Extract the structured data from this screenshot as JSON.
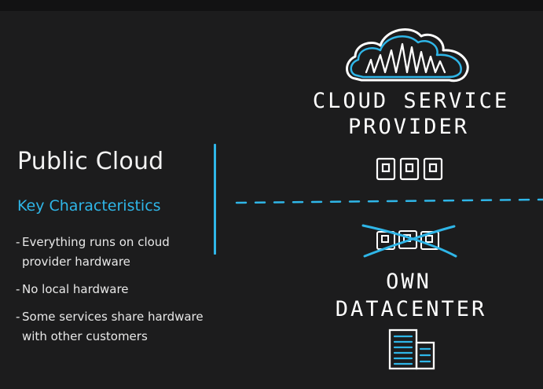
{
  "slide": {
    "title": "Public Cloud",
    "subtitle": "Key Characteristics",
    "bullets": [
      {
        "dash": "-",
        "text": "Everything runs on cloud provider hardware"
      },
      {
        "dash": "-",
        "text": "No local hardware"
      },
      {
        "dash": "-",
        "text": "Some services share hardware with other customers"
      }
    ]
  },
  "diagram": {
    "provider_label_line1": "CLOUD SERVICE",
    "provider_label_line2": "PROVIDER",
    "own_label_line1": "OWN",
    "own_label_line2": "DATACENTER"
  },
  "colors": {
    "background": "#1c1c1d",
    "accent": "#2fb6e8",
    "text": "#ffffff"
  }
}
